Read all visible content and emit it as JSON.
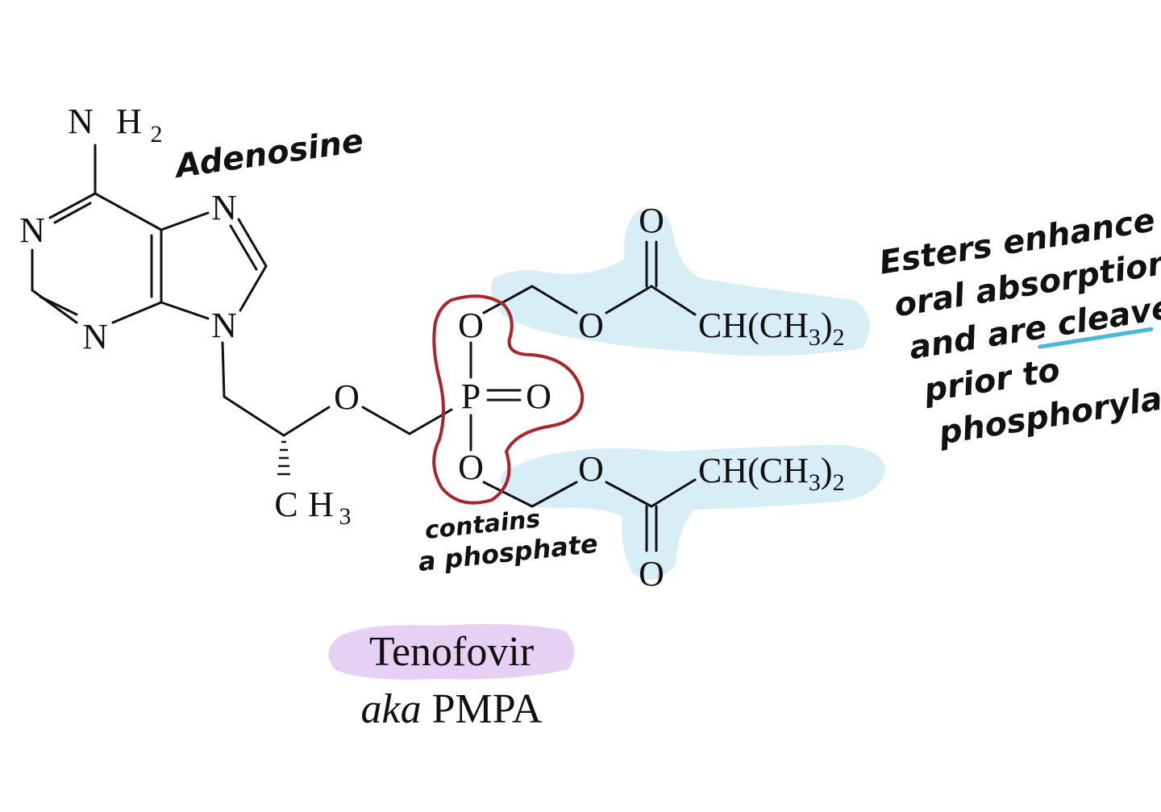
{
  "molecule": {
    "atoms": {
      "nh2_N": "N",
      "nh2_H": "H",
      "nh2_sub": "2",
      "ring_N1": "N",
      "ring_N3": "N",
      "ring_N7": "N",
      "ring_N9": "N",
      "ether_O": "O",
      "ch3_C": "C",
      "ch3_H": "H",
      "ch3_sub": "3",
      "P": "P",
      "P_O": "O",
      "O_top": "O",
      "O_bottom": "O",
      "ester_O_top": "O",
      "ester_O_bottom": "O",
      "carbonyl_O_top": "O",
      "carbonyl_O_bottom": "O",
      "isopropyl_top": "CH(CH",
      "isopropyl_top_sub1": "3",
      "isopropyl_top_close": ")",
      "isopropyl_top_sub2": "2",
      "isopropyl_bottom": "CH(CH",
      "isopropyl_bottom_sub1": "3",
      "isopropyl_bottom_close": ")",
      "isopropyl_bottom_sub2": "2"
    }
  },
  "labels": {
    "name": "Tenofovir",
    "aka_word": "aka",
    "aka_name": "PMPA"
  },
  "annotations": {
    "adenosine": "Adenosine",
    "phosphate_line1": "contains",
    "phosphate_line2": "a phosphate",
    "esters_line1": "Esters enhance",
    "esters_line2": "oral absorption",
    "esters_line3": "and are cleaved",
    "esters_line4": "prior to",
    "esters_line5": "phosphorylation"
  },
  "colors": {
    "adenosine": "#e433d6",
    "phosphate": "#a8262a",
    "esters": "#4bb6d6",
    "ester_highlight": "#d8eef6",
    "name_highlight": "#e6d0f3"
  }
}
